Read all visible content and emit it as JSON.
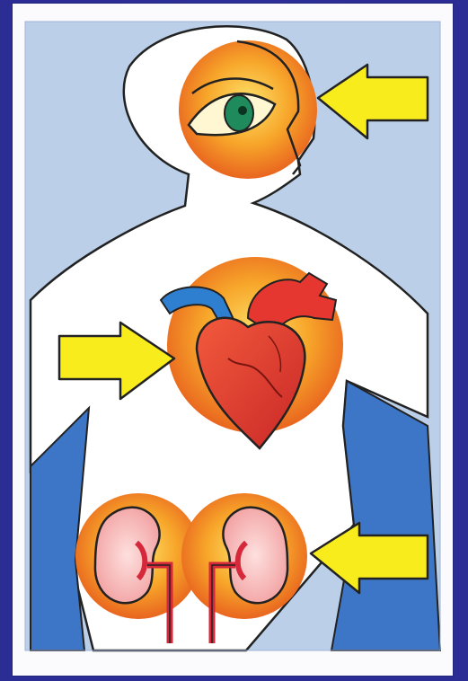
{
  "colors": {
    "slide_background": "#2b2d95",
    "frame": "#fbfbfd",
    "sky_blue": "#b9cdea",
    "clothing_blue": "#3f78c8",
    "organ_glow_orange": "#f08a1e",
    "organ_glow_yellow": "#fbd33a",
    "arrow_yellow": "#f8ec1c",
    "heart_red": "#e5372f",
    "vessel_blue": "#2f7fd0",
    "kidney_pink": "#f7b7b7",
    "eye_green": "#1d8a5a"
  },
  "organs": [
    {
      "name": "eye",
      "icon": "eye-icon"
    },
    {
      "name": "heart",
      "icon": "heart-icon"
    },
    {
      "name": "kidneys",
      "icon": "kidney-icon"
    }
  ]
}
